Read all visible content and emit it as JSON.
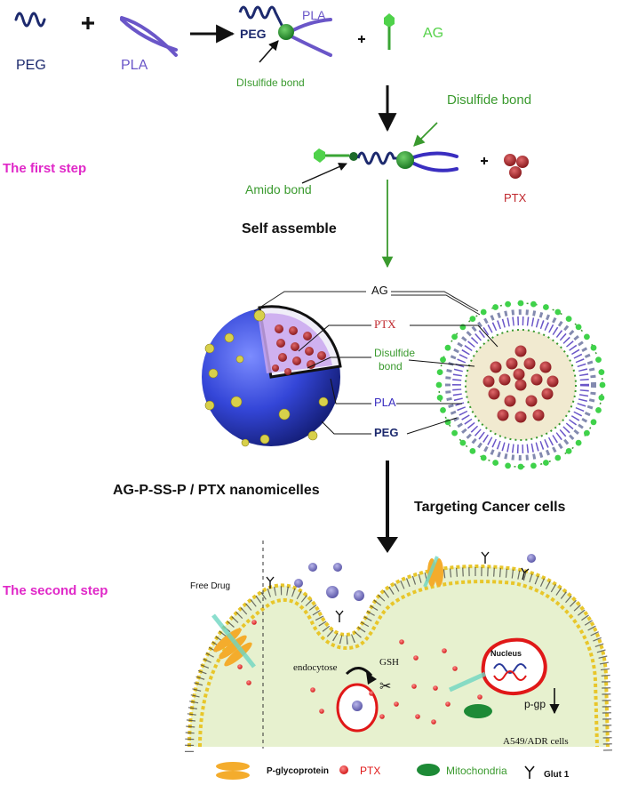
{
  "step1": {
    "peg": "PEG",
    "pla": "PLA",
    "conj_peg": "PEG",
    "conj_pla": "PLA",
    "disulfide_bond_small": "DIsulfide bond",
    "ag": "AG",
    "first_step": "The first step",
    "disulfide_bond": "Disulfide bond",
    "amido_bond": "Amido bond",
    "ptx": "PTX",
    "self_assemble": "Self assemble"
  },
  "micelle": {
    "ag": "AG",
    "ptx": "PTX",
    "disulfide_line1": "Disulfide",
    "disulfide_line2": "bond",
    "pla": "PLA",
    "peg": "PEG",
    "nanomicelles": "AG-P-SS-P / PTX nanomicelles",
    "targeting": "Targeting Cancer cells"
  },
  "step2": {
    "second_step": "The second step",
    "free_drug": "Free Drug",
    "endocytose": "endocytose",
    "gsh": "GSH",
    "nucleus": "Nucleus",
    "pgp": "p-gp",
    "cell_label": "A549/ADR cells"
  },
  "legend": {
    "pgp": "P-glycoprotein",
    "ptx": "PTX",
    "mito": "Mitochondria",
    "glut": "Glut 1"
  },
  "colors": {
    "peg": "#1d2a6e",
    "pla": "#6a56c8",
    "green": "#3a9a2e",
    "magenta": "#e028c8",
    "ptx_red": "#c0282e",
    "ag_label": "#56d24a",
    "cytoplasm": "#e7f1cf",
    "pgp": "#f4ac2c"
  }
}
